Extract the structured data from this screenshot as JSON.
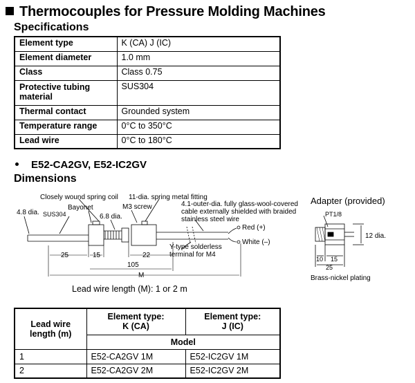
{
  "title": "Thermocouples for Pressure Molding Machines",
  "specifications_heading": "Specifications",
  "specifications": [
    {
      "label": "Element type",
      "value": "K (CA) J (IC)"
    },
    {
      "label": "Element diameter",
      "value": "1.0 mm"
    },
    {
      "label": "Class",
      "value": "Class 0.75"
    },
    {
      "label": "Protective tubing material",
      "value": "SUS304"
    },
    {
      "label": "Thermal contact",
      "value": "Grounded system"
    },
    {
      "label": "Temperature range",
      "value": "0°C to 350°C"
    },
    {
      "label": "Lead wire",
      "value": "0°C to 180°C"
    }
  ],
  "models_bullet": "E52-CA2GV, E52-IC2GV",
  "dimensions_heading": "Dimensions",
  "diagram": {
    "labels": {
      "spring_coil": "Closely wound spring coil",
      "spring_fitting": "11-dia. spring metal fitting",
      "dia_48": "4.8 dia.",
      "sus304": "SUS304",
      "bayonet": "Bayonet",
      "dia_68": "6.8 dia.",
      "m3_screw": "M3 screw",
      "cable_line1": "4.1-outer-dia. fully glass-wool-covered",
      "cable_line2": "cable externally shielded with braided",
      "cable_line3": "stainless steel wire",
      "red": "Red (+)",
      "white": "White (–)",
      "terminal_line1": "Y-type solderless",
      "terminal_line2": "terminal for M4",
      "dim_25": "25",
      "dim_15": "15",
      "dim_22": "22",
      "dim_105": "105",
      "dim_m": "M"
    },
    "lead_wire_note": "Lead wire length (M): 1 or 2 m"
  },
  "adapter": {
    "title": "Adapter (provided)",
    "thread": "PT1/8",
    "dia_12": "12 dia.",
    "dim_10": "10",
    "dim_15": "15",
    "dim_25": "25",
    "plating": "Brass-nickel plating"
  },
  "model_table": {
    "col1": [
      "Lead wire",
      "length (m)"
    ],
    "col2": [
      "Element type:",
      "K (CA)"
    ],
    "col3": [
      "Element type:",
      "J (IC)"
    ],
    "model_header": "Model",
    "rows": [
      {
        "length": "1",
        "k": "E52-CA2GV 1M",
        "j": "E52-IC2GV 1M"
      },
      {
        "length": "2",
        "k": "E52-CA2GV 2M",
        "j": "E52-IC2GV 2M"
      }
    ]
  }
}
